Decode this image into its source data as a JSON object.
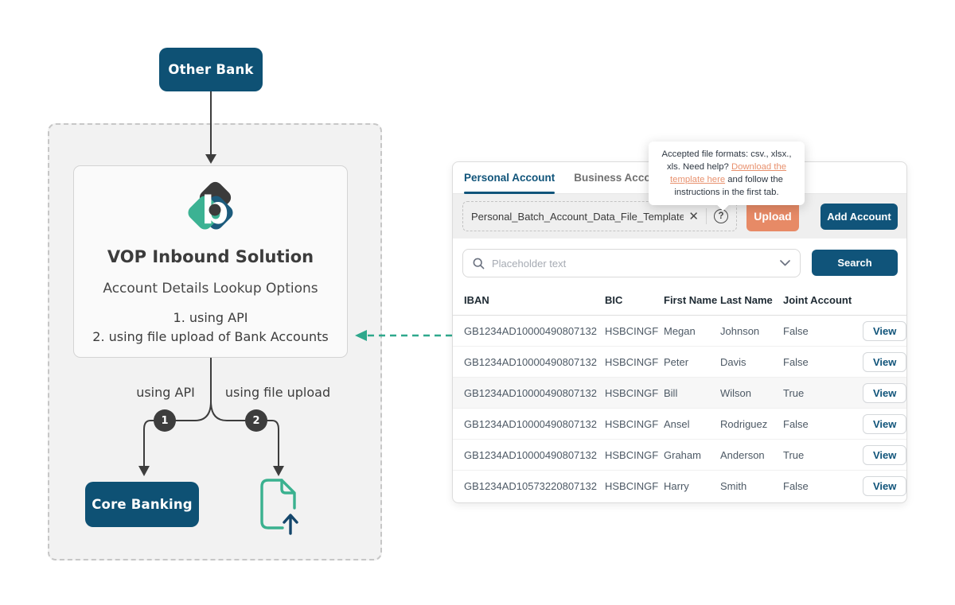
{
  "diagram": {
    "other_bank_label": "Other Bank",
    "solution": {
      "title": "VOP Inbound Solution",
      "subtitle": "Account Details Lookup Options",
      "options": [
        "1. using API",
        "2. using file upload of Bank Accounts"
      ]
    },
    "branches": [
      {
        "number": "1",
        "label": "using API"
      },
      {
        "number": "2",
        "label": "using file upload"
      }
    ],
    "core_banking_label": "Core Banking"
  },
  "panel": {
    "tabs": [
      {
        "label": "Personal Account",
        "active": true
      },
      {
        "label": "Business Account",
        "active": false
      }
    ],
    "upload": {
      "filename": "Personal_Batch_Account_Data_File_Template.csv",
      "upload_label": "Upload",
      "add_account_label": "Add Account"
    },
    "tooltip": {
      "text_before_link": "Accepted file formats: csv., xlsx., xls. Need help? ",
      "link_label": "Download the template here",
      "text_after_link": " and follow the instructions in the first tab."
    },
    "search": {
      "placeholder": "Placeholder text",
      "button_label": "Search"
    },
    "table": {
      "headers": [
        "IBAN",
        "BIC",
        "First Name",
        "Last Name",
        "Joint Account"
      ],
      "view_label": "View",
      "rows": [
        {
          "iban": "GB1234AD10000490807132",
          "bic": "HSBCINGF",
          "first_name": "Megan",
          "last_name": "Johnson",
          "joint_account": "False",
          "highlighted": false
        },
        {
          "iban": "GB1234AD10000490807132",
          "bic": "HSBCINGF",
          "first_name": "Peter",
          "last_name": "Davis",
          "joint_account": "False",
          "highlighted": false
        },
        {
          "iban": "GB1234AD10000490807132",
          "bic": "HSBCINGF",
          "first_name": "Bill",
          "last_name": "Wilson",
          "joint_account": "True",
          "highlighted": true
        },
        {
          "iban": "GB1234AD10000490807132",
          "bic": "HSBCINGF",
          "first_name": "Ansel",
          "last_name": "Rodriguez",
          "joint_account": "False",
          "highlighted": false
        },
        {
          "iban": "GB1234AD10000490807132",
          "bic": "HSBCINGF",
          "first_name": "Graham",
          "last_name": "Anderson",
          "joint_account": "True",
          "highlighted": false
        },
        {
          "iban": "GB1234AD10573220807132",
          "bic": "HSBCINGF",
          "first_name": "Harry",
          "last_name": "Smith",
          "joint_account": "False",
          "highlighted": false
        }
      ]
    }
  },
  "colors": {
    "primary_blue": "#10547a",
    "node_blue": "#0e5174",
    "salmon": "#e78a66",
    "link_salmon": "#e8906d",
    "teal": "#3ab18f",
    "navy": "#14466b",
    "charcoal": "#3d3d3d"
  }
}
